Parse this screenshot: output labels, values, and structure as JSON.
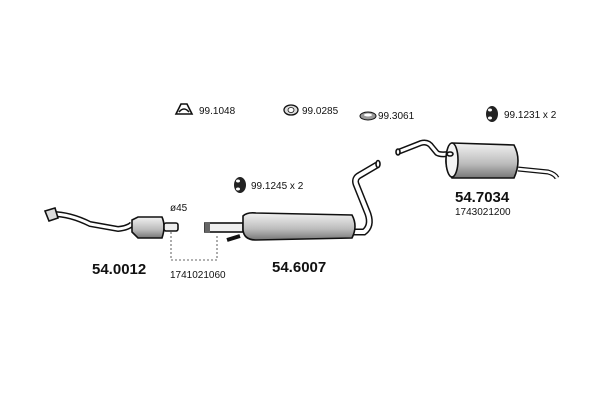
{
  "accessories": [
    {
      "code": "99.1048",
      "icon": "clamp-icon"
    },
    {
      "code": "99.0285",
      "icon": "gasket-icon"
    },
    {
      "code": "99.3061",
      "icon": "ring-gasket-icon"
    },
    {
      "code": "99.1231 x 2",
      "icon": "rubber-mount-icon"
    },
    {
      "code": "99.1245 x 2",
      "icon": "rubber-mount-icon"
    }
  ],
  "parts": {
    "front": {
      "number": "54.0012",
      "diameter": "ø45",
      "connector_code": "1741021060"
    },
    "middle": {
      "number": "54.6007"
    },
    "rear": {
      "number": "54.7034",
      "oem": "1743021200"
    }
  },
  "colors": {
    "ink": "#111111",
    "fill_light": "#e6e6e6",
    "fill_dark": "#8a8a8a"
  }
}
